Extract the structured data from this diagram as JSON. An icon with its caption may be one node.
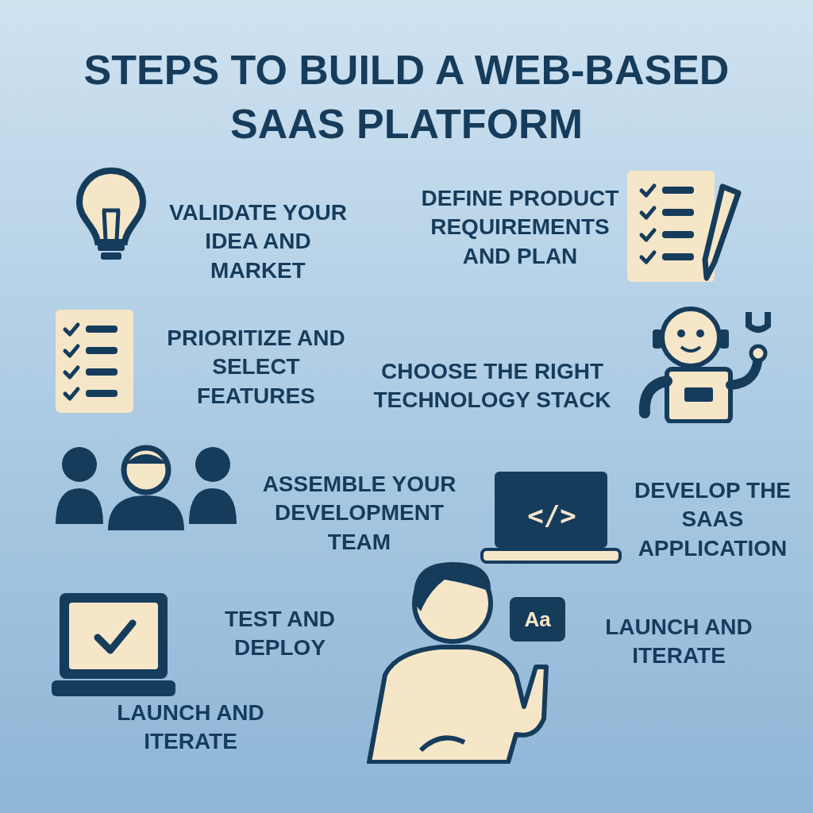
{
  "diagram": {
    "title": "STEPS TO BUILD A WEB-BASED SAAS PLATFORM",
    "labels": [
      "VALIDATE YOUR IDEA AND MARKET",
      "DEFINE PRODUCT REQUIREMENTS AND PLAN",
      "PRIORITIZE AND SELECT FEATURES",
      "CHOOSE THE RIGHT TECHNOLOGY STACK",
      "ASSEMBLE YOUR DEVELOPMENT TEAM",
      "</>",
      "DEVELOP THE SAAS APPLICATION",
      "Aa",
      "TEST AND DEPLOY",
      "LAUNCH AND ITERATE",
      "LAUNCH AND ITERATE"
    ]
  }
}
